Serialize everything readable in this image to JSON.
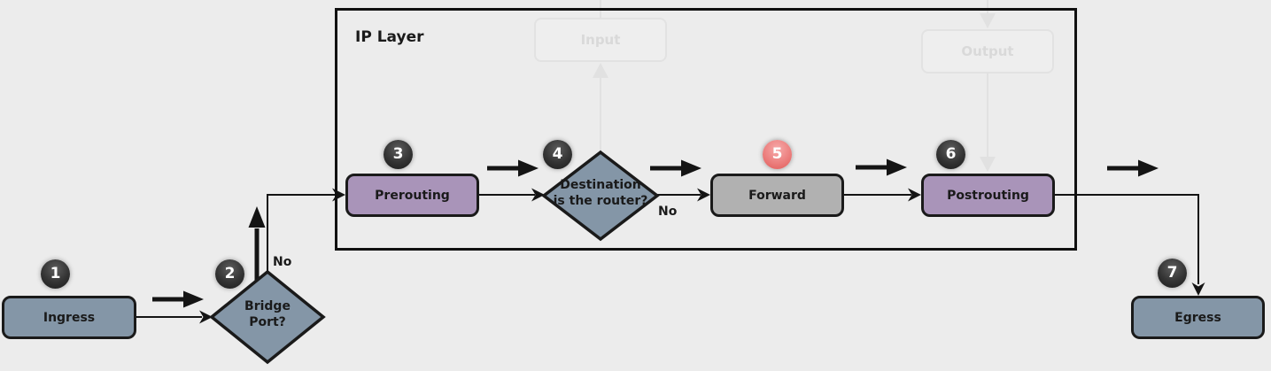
{
  "canvas": {
    "background": "#ececec"
  },
  "ip_layer": {
    "title": "IP Layer"
  },
  "ghosts": {
    "input": {
      "label": "Input"
    },
    "output": {
      "label": "Output"
    }
  },
  "nodes": {
    "ingress": {
      "label": "Ingress",
      "badge": "1",
      "color": "#8496a7"
    },
    "bridge_port": {
      "line1": "Bridge",
      "line2": "Port?",
      "badge": "2",
      "color": "#8496a7"
    },
    "prerouting": {
      "label": "Prerouting",
      "badge": "3",
      "color": "#a994b9"
    },
    "dest_router": {
      "line1": "Destination",
      "line2": "is the router?",
      "badge": "4",
      "color": "#8496a7"
    },
    "forward": {
      "label": "Forward",
      "badge": "5",
      "color": "#b1b1b1",
      "badge_color": "#e05a58"
    },
    "postrouting": {
      "label": "Postrouting",
      "badge": "6",
      "color": "#a994b9"
    },
    "egress": {
      "label": "Egress",
      "badge": "7",
      "color": "#8496a7"
    }
  },
  "branch_labels": {
    "bridge_no": "No",
    "dest_no": "No"
  },
  "colors": {
    "line": "#141414",
    "ghost": "#e1e1e1",
    "border": "#1a1a1a"
  }
}
